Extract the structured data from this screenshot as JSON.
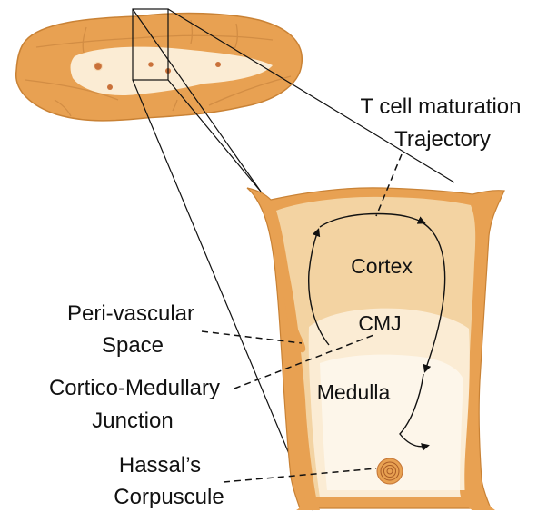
{
  "labels": {
    "trajectory_line1": "T cell maturation",
    "trajectory_line2": "Trajectory",
    "cortex": "Cortex",
    "cmj": "CMJ",
    "medulla": "Medulla",
    "perivascular_line1": "Peri-vascular",
    "perivascular_line2": "Space",
    "cmj_full_line1": "Cortico-Medullary",
    "cmj_full_line2": "Junction",
    "hassal_line1": "Hassal’s",
    "hassal_line2": "Corpuscule"
  },
  "colors": {
    "capsule": "#e8a152",
    "capsule_stroke": "#c98235",
    "cortex": "#f3d3a2",
    "medulla": "#fbecd4",
    "medulla_core": "#fdf6ea",
    "lobule_line": "#d28d44",
    "dot": "#c9713a",
    "ink": "#111111"
  }
}
